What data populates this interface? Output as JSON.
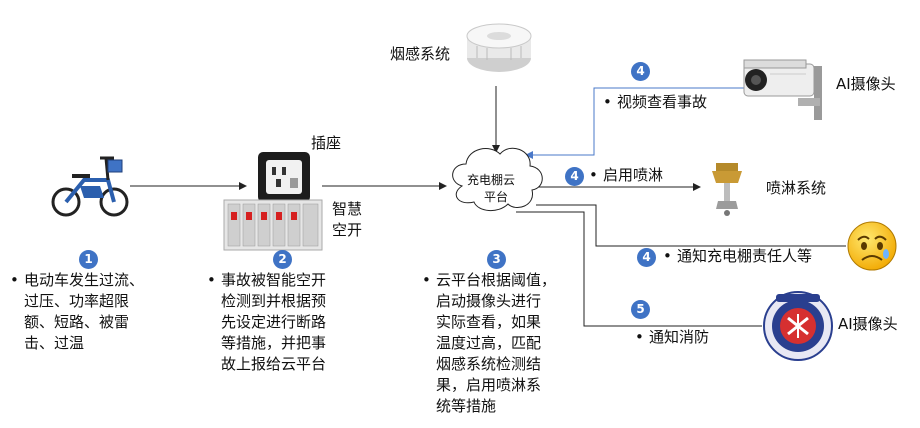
{
  "colors": {
    "badge": "#3f73c5",
    "arrow": "#222222",
    "arrow_blue": "#4a78c8"
  },
  "nodes": {
    "bike_icon": "electric-bike-icon",
    "socket_label": "插座",
    "breaker_label_1": "智慧",
    "breaker_label_2": "空开",
    "smoke_label": "烟感系统",
    "cloud_line_1": "充电棚云",
    "cloud_line_2": "平台",
    "camera_label": "AI摄像头",
    "sprinkler_label": "喷淋系统",
    "fire_label": "AI摄像头"
  },
  "steps": {
    "s1": {
      "number": "1",
      "lines": [
        "电动车发生过流、",
        "过压、功率超限",
        "额、短路、被雷",
        "击、过温"
      ]
    },
    "s2": {
      "number": "2",
      "lines": [
        "事故被智能空开",
        "检测到并根据预",
        "先设定进行断路",
        "等措施，并把事",
        "故上报给云平台"
      ]
    },
    "s3": {
      "number": "3",
      "lines": [
        "云平台根据阈值，",
        "启动摄像头进行",
        "实际查看，如果",
        "温度过高，匹配",
        "烟感系统检测结",
        "果，启用喷淋系",
        "统等措施"
      ]
    }
  },
  "actions": {
    "a_video": {
      "number": "4",
      "text": "视频查看事故"
    },
    "a_spray": {
      "number": "4",
      "text": "启用喷淋"
    },
    "a_notify": {
      "number": "4",
      "text": "通知充电棚责任人等"
    },
    "a_fire": {
      "number": "5",
      "text": "通知消防"
    }
  },
  "bullet": "•"
}
